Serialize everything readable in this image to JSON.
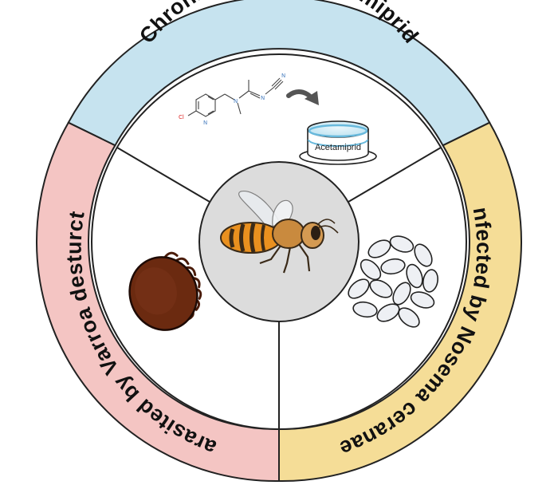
{
  "segments": {
    "top": {
      "label": "Chronic exposure acemiprid",
      "color": "#c6e3ef"
    },
    "right": {
      "label": "Infected by Nosema ceranae",
      "color": "#f5dd97"
    },
    "left": {
      "label": "Parasited by Varroa desturctor",
      "color": "#f4c5c3"
    }
  },
  "dish": {
    "label": "Acetamiprid"
  },
  "chemistry": {
    "chlorine": "Cl",
    "nitrogen": "N"
  },
  "colors": {
    "ring_outline": "#222222",
    "center_circle": "#dcdcdc",
    "mite": "#6b2a10",
    "spores": "#eef0f4",
    "bee_stripe": "#e9901f",
    "arrow": "#555555"
  },
  "icons": [
    "honeybee-icon",
    "varroa-mite-icon",
    "nosema-spores-icon",
    "acetamiprid-molecule-icon",
    "petri-dish-icon",
    "arrow-icon"
  ]
}
